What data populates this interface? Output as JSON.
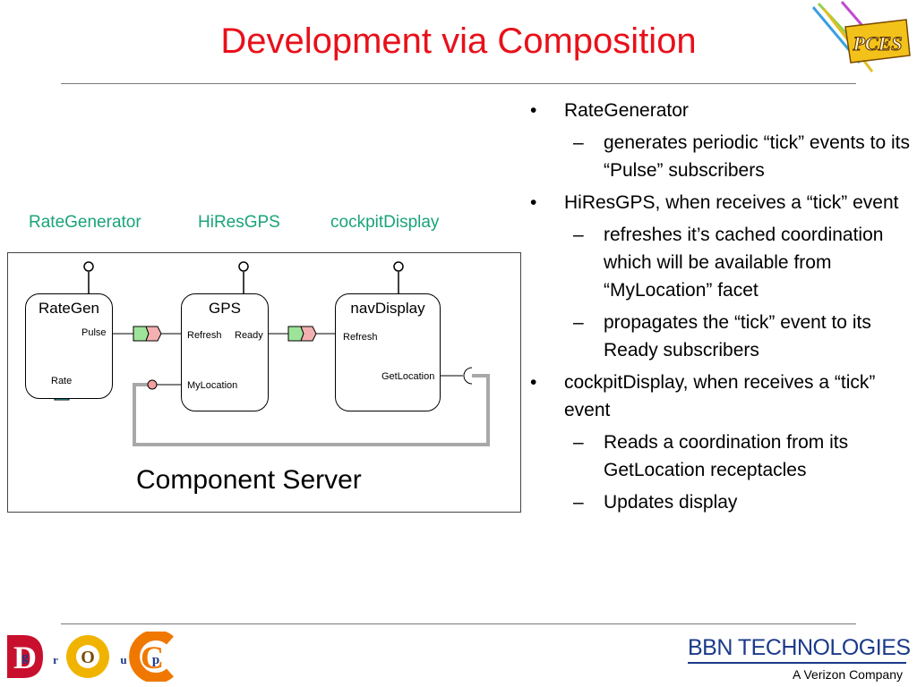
{
  "title": "Development via Composition",
  "diagram": {
    "labels": [
      "RateGenerator",
      "HiResGPS",
      "cockpitDisplay"
    ],
    "server_label": "Component Server",
    "components": {
      "rategen": {
        "name": "RateGen",
        "ports": [
          "Pulse",
          "Rate"
        ]
      },
      "gps": {
        "name": "GPS",
        "ports": [
          "Refresh",
          "Ready",
          "MyLocation"
        ]
      },
      "nav": {
        "name": "navDisplay",
        "ports": [
          "Refresh",
          "GetLocation"
        ]
      }
    }
  },
  "bullets": [
    {
      "text": "RateGenerator",
      "sub": [
        "generates periodic “tick” events to its “Pulse” subscribers"
      ]
    },
    {
      "text": "HiResGPS, when receives a “tick” event",
      "sub": [
        "refreshes it’s cached coordination which will be available from “MyLocation” facet",
        "propagates the “tick” event to its Ready subscribers"
      ]
    },
    {
      "text": "cockpitDisplay, when receives a “tick” event",
      "sub": [
        "Reads a coordination from its GetLocation receptacles",
        "Updates display"
      ]
    }
  ],
  "bullet_marker": "•",
  "sub_marker": "–",
  "logos": {
    "pces": "PCES",
    "doc": [
      "D",
      "O",
      "C",
      "g",
      "r",
      "u",
      "p"
    ],
    "bbn": {
      "name": "BBN TECHNOLOGIES",
      "tagline": "A Verizon Company"
    }
  },
  "colors": {
    "title": "#e8101a",
    "component_label": "#1aa37a",
    "bbn": "#1b3a8a"
  }
}
